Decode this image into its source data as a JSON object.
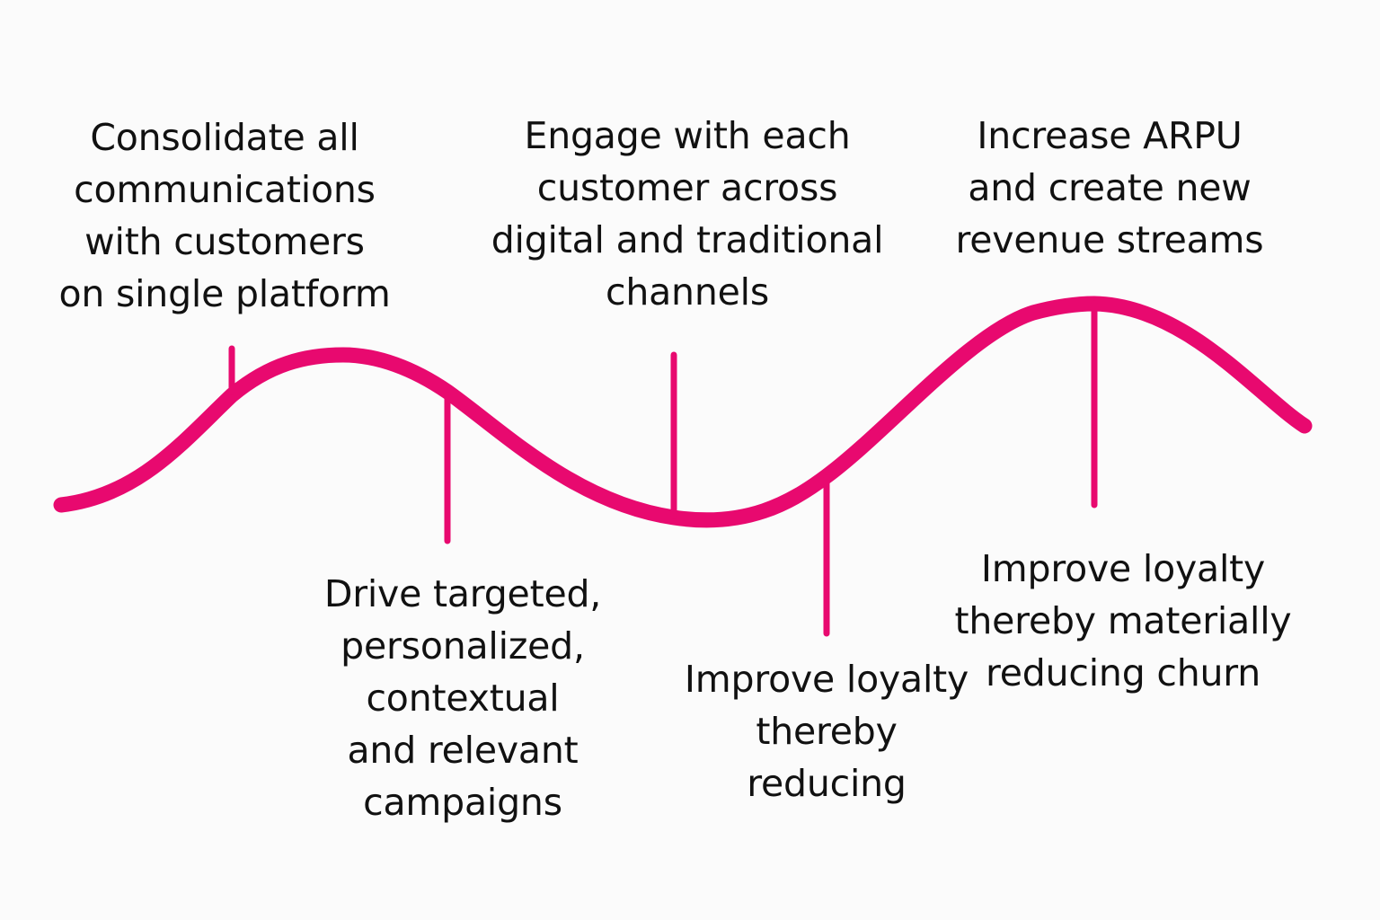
{
  "diagram": {
    "accent_color": "#e8096f",
    "text_color": "#111111",
    "background": "#fbfbfb",
    "milestones": [
      {
        "id": "consolidate",
        "side": "top",
        "lines": [
          "Consolidate all",
          "communications",
          "with customers",
          "on single platform"
        ]
      },
      {
        "id": "drive-targeted",
        "side": "bottom",
        "lines": [
          "Drive targeted,",
          "personalized,",
          "contextual",
          "and relevant",
          "campaigns"
        ]
      },
      {
        "id": "engage",
        "side": "top",
        "lines": [
          "Engage with each",
          "customer across",
          "digital and traditional",
          "channels"
        ]
      },
      {
        "id": "improve-loyalty-short",
        "side": "bottom",
        "lines": [
          "Improve loyalty",
          "thereby",
          "reducing"
        ]
      },
      {
        "id": "increase-arpu",
        "side": "top",
        "lines": [
          "Increase ARPU",
          "and create new",
          "revenue streams"
        ]
      },
      {
        "id": "improve-loyalty-churn",
        "side": "bottom",
        "lines": [
          "Improve loyalty",
          "thereby materially",
          "reducing churn"
        ]
      }
    ]
  }
}
